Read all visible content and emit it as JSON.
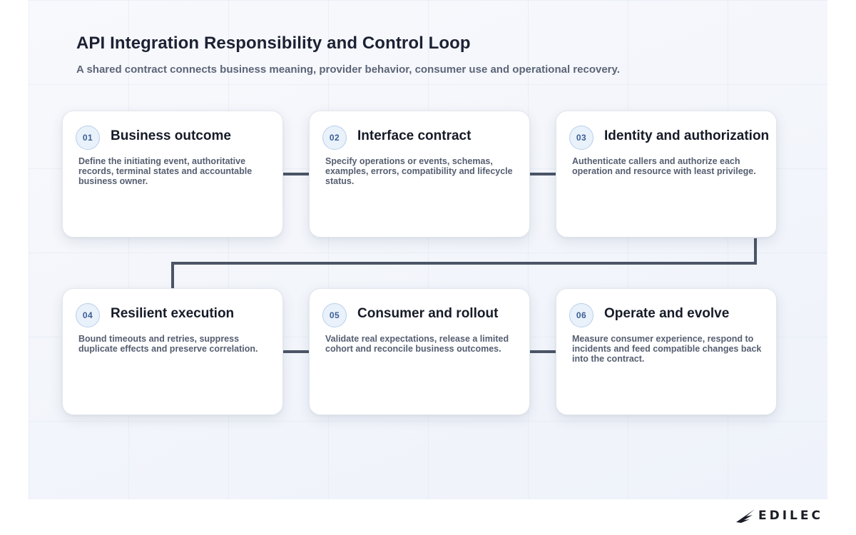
{
  "header": {
    "title": "API Integration Responsibility and Control Loop",
    "subtitle": "A shared contract connects business meaning, provider behavior, consumer use and operational recovery."
  },
  "steps": [
    {
      "number": "01",
      "title": "Business outcome",
      "description": "Define the initiating event, authoritative records, terminal states and accountable business owner."
    },
    {
      "number": "02",
      "title": "Interface contract",
      "description": "Specify operations or events, schemas, examples, errors, compatibility and lifecycle status."
    },
    {
      "number": "03",
      "title": "Identity and authorization",
      "description": "Authenticate callers and authorize each operation and resource with least privilege."
    },
    {
      "number": "04",
      "title": "Resilient execution",
      "description": "Bound timeouts and retries, suppress duplicate effects and preserve correlation."
    },
    {
      "number": "05",
      "title": "Consumer and rollout",
      "description": "Validate real expectations, release a limited cohort and reconcile business outcomes."
    },
    {
      "number": "06",
      "title": "Operate and evolve",
      "description": "Measure consumer experience, respond to incidents and feed compatible changes back into the contract."
    }
  ],
  "brand": {
    "logo_text": "EDILEC"
  },
  "colors": {
    "connector": "#4b5567",
    "badge_text": "#3d5f94",
    "title_text": "#1c2233"
  }
}
